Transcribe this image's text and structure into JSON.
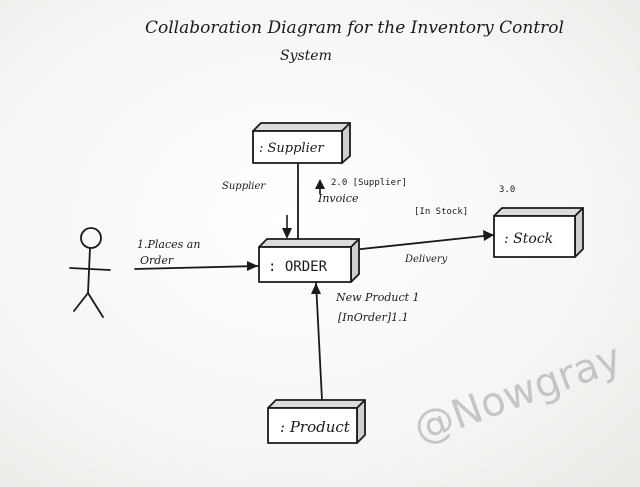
{
  "title": {
    "line1": "Collaboration Diagram for the Inventory Control",
    "line2": "System"
  },
  "objects": {
    "supplier": ": Supplier",
    "order": ": ORDER",
    "stock": ": Stock",
    "product": ": Product"
  },
  "messages": {
    "place_order_1": "1.Places an",
    "place_order_2": "Order",
    "supplier_label": "Supplier",
    "supplier_msg_1": "2.0 [Supplier]",
    "supplier_msg_2": "Invoice",
    "in_stock_guard": "[In Stock]",
    "stock_seq": "3.0",
    "delivery": "Delivery",
    "product_msg_1": "New Product 1",
    "product_msg_2": "[InOrder]1.1"
  },
  "watermark": "@Nowgray",
  "colors": {
    "ink": "#1a1a1a",
    "box_top": "#dcdcdc",
    "watermark": "#b5b5b5"
  }
}
